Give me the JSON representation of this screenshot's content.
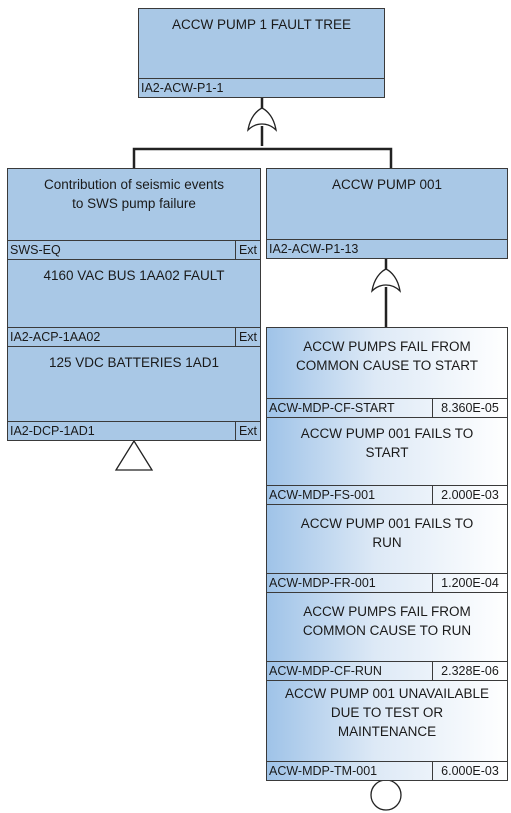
{
  "top": {
    "title": "ACCW PUMP 1 FAULT TREE",
    "id": "IA2-ACW-P1-1"
  },
  "left": [
    {
      "title": "Contribution of seismic events\nto SWS pump failure",
      "id": "SWS-EQ",
      "tag": "Ext"
    },
    {
      "title": "4160 VAC BUS 1AA02 FAULT",
      "id": "IA2-ACP-1AA02",
      "tag": "Ext"
    },
    {
      "title": "125 VDC BATTERIES 1AD1",
      "id": "IA2-DCP-1AD1",
      "tag": "Ext"
    }
  ],
  "pump": {
    "title": "ACCW PUMP 001",
    "id": "IA2-ACW-P1-13"
  },
  "events": [
    {
      "title": "ACCW PUMPS FAIL FROM\nCOMMON CAUSE TO START",
      "id": "ACW-MDP-CF-START",
      "prob": "8.360E-05"
    },
    {
      "title": "ACCW PUMP 001 FAILS TO\nSTART",
      "id": "ACW-MDP-FS-001",
      "prob": "2.000E-03"
    },
    {
      "title": "ACCW PUMP 001 FAILS TO\nRUN",
      "id": "ACW-MDP-FR-001",
      "prob": "1.200E-04"
    },
    {
      "title": "ACCW PUMPS FAIL FROM\nCOMMON CAUSE TO RUN",
      "id": "ACW-MDP-CF-RUN",
      "prob": "2.328E-06"
    },
    {
      "title": "ACCW PUMP 001 UNAVAILABLE\nDUE TO TEST OR\nMAINTENANCE",
      "id": "ACW-MDP-TM-001",
      "prob": "6.000E-03"
    }
  ]
}
